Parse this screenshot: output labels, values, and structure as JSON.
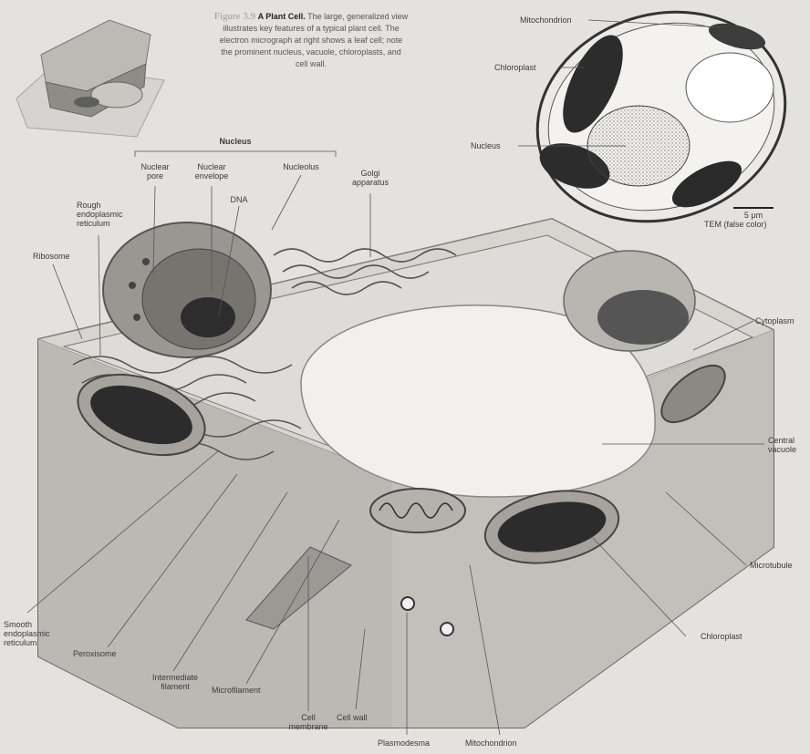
{
  "caption": {
    "figure_number": "Figure 3.9",
    "title": "A Plant Cell.",
    "text_line1": "The large, generalized view",
    "text_line2": "illustrates key features of a typical plant cell. The",
    "text_line3": "electron micrograph at right shows a leaf cell; note",
    "text_line4": "the prominent nucleus, vacuole, chloroplasts, and",
    "text_line5": "cell wall."
  },
  "micrograph": {
    "mitochondrion": "Mitochondrion",
    "chloroplast": "Chloroplast",
    "nucleus": "Nucleus",
    "scale_bar": "5 µm",
    "tem_note": "TEM (false color)"
  },
  "labels": {
    "nucleus_header": "Nucleus",
    "nuclear_pore_1": "Nuclear",
    "nuclear_pore_2": "pore",
    "nuclear_envelope_1": "Nuclear",
    "nuclear_envelope_2": "envelope",
    "nucleolus": "Nucleolus",
    "dna": "DNA",
    "golgi_1": "Golgi",
    "golgi_2": "apparatus",
    "rough_er_1": "Rough",
    "rough_er_2": "endoplasmic",
    "rough_er_3": "reticulum",
    "ribosome": "Ribosome",
    "cytoplasm": "Cytoplasm",
    "central_vacuole_1": "Central",
    "central_vacuole_2": "vacuole",
    "microtubule": "Microtubule",
    "chloroplast": "Chloroplast",
    "smooth_er_1": "Smooth",
    "smooth_er_2": "endoplasmic",
    "smooth_er_3": "reticulum",
    "peroxisome": "Peroxisome",
    "intermediate_filament_1": "Intermediate",
    "intermediate_filament_2": "filament",
    "microfilament": "Microfilament",
    "cell_membrane_1": "Cell",
    "cell_membrane_2": "membrane",
    "cell_wall": "Cell wall",
    "plasmodesma": "Plasmodesma",
    "mitochondrion": "Mitochondrion"
  }
}
